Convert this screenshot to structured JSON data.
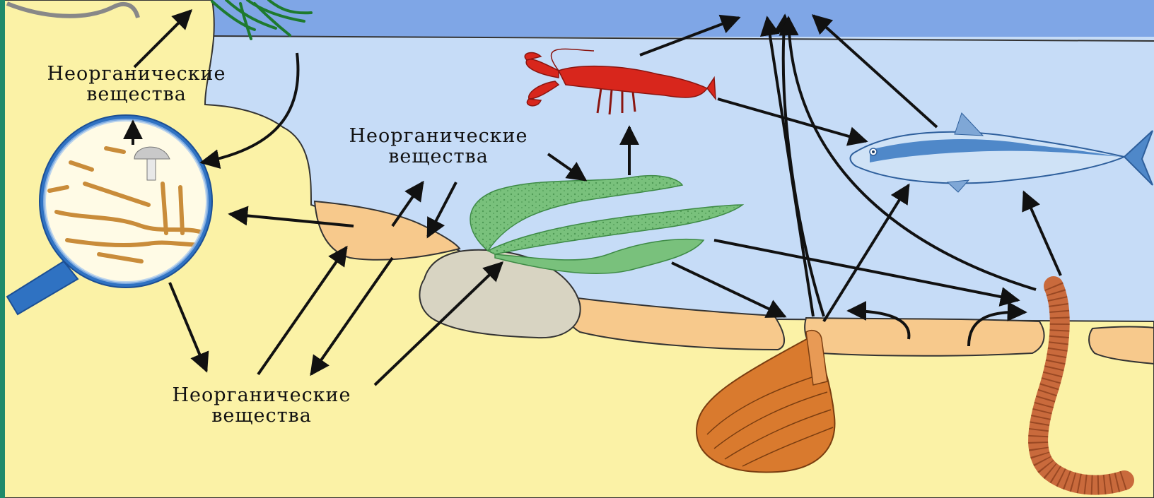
{
  "colors": {
    "sky": "#7fa6e6",
    "water": "#c6dcf7",
    "sand": "#fbf2a6",
    "sediment": "#f7c98c",
    "rock": "#d8d4c2",
    "algae": "#79c17c",
    "lobster": "#d8261c",
    "fish": "#7fb3e8",
    "clam": "#d97a2e",
    "worm": "#c96a3c",
    "lens": "#2f72c2",
    "arrow": "#111111",
    "border": "#1f8a6a"
  },
  "labels": {
    "top_left": [
      "Неорганические",
      "вещества"
    ],
    "middle": [
      "Неорганические",
      "вещества"
    ],
    "bottom": [
      "Неорганические",
      "вещества"
    ]
  },
  "icons": {
    "decomposers": "magnifier-with-bacteria-and-fungi-icon",
    "lobster": "lobster-icon",
    "fish": "tuna-fish-icon",
    "algae": "seaweed-icon",
    "clam": "clam-icon",
    "worm": "polychaete-worm-icon",
    "land_plant": "grass-icon"
  }
}
